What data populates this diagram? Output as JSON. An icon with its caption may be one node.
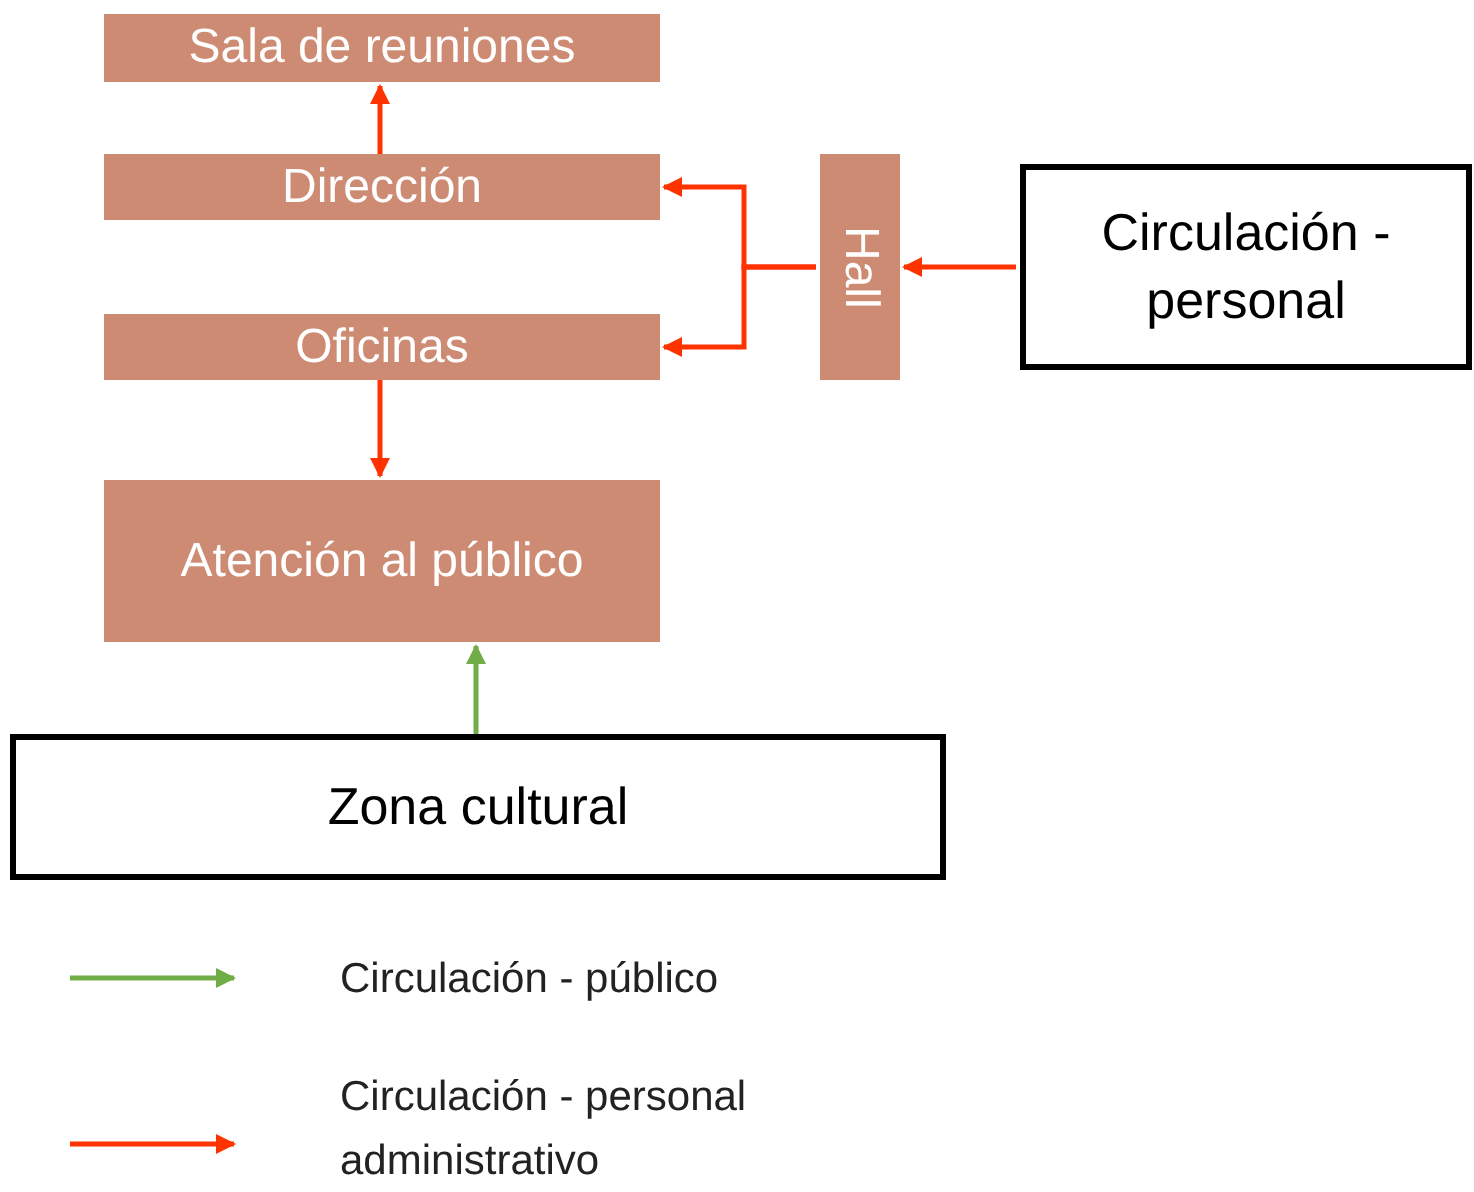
{
  "diagram": {
    "nodes": [
      {
        "text": [
          "Sala de reuniones"
        ]
      },
      {
        "text": [
          "Dirección"
        ]
      },
      {
        "text": [
          "Hall"
        ]
      },
      {
        "text": [
          "Circulación - personal"
        ]
      },
      {
        "text": [
          "Oficinas"
        ]
      },
      {
        "text": [
          "Atención al público"
        ]
      },
      {
        "text": [
          "Zona cultural"
        ]
      }
    ],
    "edges": [
      {
        "from": 3,
        "to": 2,
        "arrow": "to"
      },
      {
        "from": 2,
        "to": 1,
        "arrow": "to"
      },
      {
        "from": 2,
        "to": 4,
        "arrow": "to"
      },
      {
        "from": 1,
        "to": 0,
        "arrow": "to"
      },
      {
        "from": 4,
        "to": 5,
        "arrow": "to"
      },
      {
        "from": 6,
        "to": 5,
        "arrow": "to",
        "color": "#70ad47"
      }
    ],
    "legend": [
      {
        "text": "Circulación - público"
      },
      {
        "text": "Circulación - personal administrativo"
      }
    ]
  }
}
